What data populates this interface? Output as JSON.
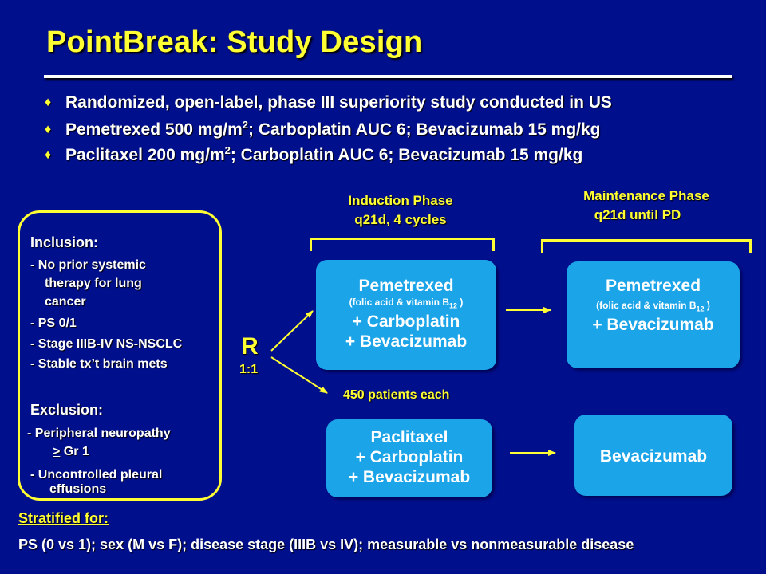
{
  "title": "PointBreak: Study Design",
  "bullets": [
    {
      "text": "Randomized, open-label, phase III superiority study conducted in US"
    },
    {
      "pre": "Pemetrexed  500 mg/m",
      "sup": "2",
      "post": "; Carboplatin AUC 6; Bevacizumab 15 mg/kg"
    },
    {
      "pre": "Paclitaxel 200 mg/m",
      "sup": "2",
      "post": "; Carboplatin AUC 6; Bevacizumab 15 mg/kg"
    }
  ],
  "bullet_symbol": "♦",
  "phases": {
    "induction": {
      "line1": "Induction Phase",
      "line2": "q21d, 4 cycles"
    },
    "maintenance": {
      "line1": "Maintenance Phase",
      "line2": "q21d until PD"
    }
  },
  "criteria": {
    "inclusion_heading": "Inclusion:",
    "inclusion_items": [
      [
        "- No prior systemic",
        "therapy for  lung",
        "cancer"
      ],
      [
        "-  PS 0/1"
      ],
      [
        "-  Stage  IIIB-IV NS-NSCLC"
      ],
      [
        "-  Stable tx’t brain mets"
      ]
    ],
    "exclusion_heading": "Exclusion:",
    "exclusion_items": {
      "neuro_line1": "-    Peripheral neuropathy",
      "neuro_ge": ">",
      "neuro_grade": " Gr 1",
      "pleural_line1": "-  Uncontrolled pleural",
      "pleural_line2": "effusions"
    }
  },
  "randomization": {
    "symbol": "R",
    "ratio": "1:1"
  },
  "arms": {
    "pem_induction": {
      "drug": "Pemetrexed",
      "note_pre": "(folic acid & vitamin B",
      "note_sub": "12",
      "note_post": " )",
      "line2": "+ Carboplatin",
      "line3": "+ Bevacizumab"
    },
    "pem_maintenance": {
      "drug": "Pemetrexed",
      "note_pre": "(folic acid & vitamin B",
      "note_sub": "12",
      "note_post": " )",
      "line2": "+ Bevacizumab"
    },
    "pac_induction": {
      "line1": "Paclitaxel",
      "line2": "+ Carboplatin",
      "line3": "+ Bevacizumab"
    },
    "pac_maintenance": {
      "line1": "Bevacizumab"
    }
  },
  "patients_per_arm": "450 patients each",
  "stratification": {
    "label": "Stratified for:",
    "text": "PS (0 vs 1); sex (M vs F); disease stage (IIIB vs IV); measurable vs nonmeasurable disease"
  },
  "colors": {
    "background": "#000F8C",
    "accent_yellow": "#FFFF33",
    "box_blue": "#1BA4E8",
    "text": "#FFFFFF"
  }
}
